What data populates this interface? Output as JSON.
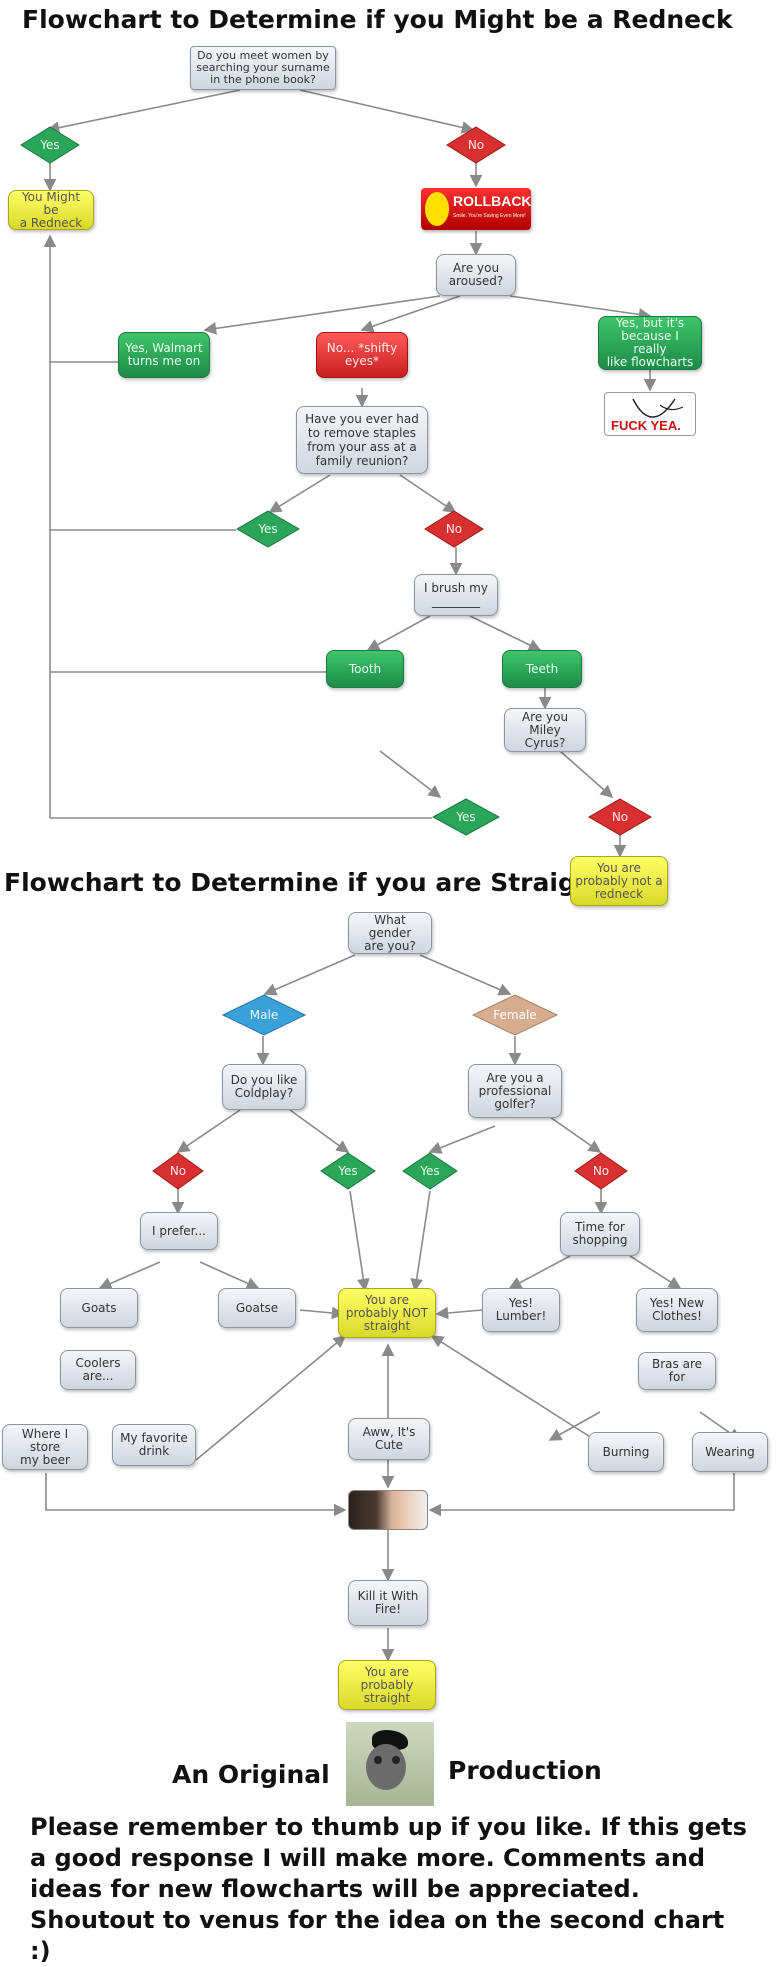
{
  "titles": {
    "redneck": "Flowchart to Determine if you Might be a Redneck",
    "straight": "Flowchart to Determine if you are Straight"
  },
  "redneck": {
    "q_women": "Do you meet women by\nsearching your surname\nin the phone book?",
    "yes1": "Yes",
    "no1": "No",
    "might_be": "You Might be\na Redneck",
    "rollback": "ROLLBACK",
    "rollback_sub": "Smile. You're Saving Even More!",
    "q_aroused": "Are you\naroused?",
    "walmart": "Yes, Walmart\nturns me on",
    "shifty": "No... *shifty\neyes*",
    "flowcharts": "Yes, but it's\nbecause I really\nlike flowcharts",
    "fuckyea": "FUCK YEA.",
    "q_staples": "Have you ever had\nto remove staples\nfrom your ass at a\nfamily reunion?",
    "yes2": "Yes",
    "no2": "No",
    "brush": "I brush my\n________",
    "tooth": "Tooth",
    "teeth": "Teeth",
    "q_miley": "Are you\nMiley Cyrus?",
    "yes3": "Yes",
    "no3": "No",
    "not_redneck": "You are\nprobably not a\nredneck"
  },
  "straight": {
    "q_gender": "What gender\nare you?",
    "male": "Male",
    "female": "Female",
    "q_coldplay": "Do you like\nColdplay?",
    "q_golfer": "Are you a\nprofessional\ngolfer?",
    "no_a": "No",
    "yes_a": "Yes",
    "yes_b": "Yes",
    "no_b": "No",
    "prefer": "I prefer...",
    "shopping": "Time for\nshopping",
    "goats": "Goats",
    "goatse": "Goatse",
    "not_straight": "You are\nprobably NOT\nstraight",
    "lumber": "Yes!\nLumber!",
    "clothes": "Yes! New\nClothes!",
    "coolers": "Coolers\nare...",
    "bras": "Bras are for",
    "store_beer": "Where I store\nmy beer",
    "fav_drink": "My favorite\ndrink",
    "aww_cute": "Aww, It's\nCute",
    "burning": "Burning",
    "wearing": "Wearing",
    "kill_fire": "Kill it With\nFire!",
    "straight_result": "You are\nprobably\nstraight"
  },
  "credit": {
    "left": "An Original",
    "right": "Production"
  },
  "footer": "Please remember to thumb up if you like. If this gets a good response I will make more. Comments and ideas for new flowcharts will be appreciated. Shoutout to venus for the idea on the second chart :)",
  "colors": {
    "green": "#2aa55a",
    "red": "#d83030",
    "yellow": "#eeee44",
    "male_blue": "#3aa0d8",
    "female_tan": "#d6ad8e",
    "connector": "#8a8a8a"
  }
}
